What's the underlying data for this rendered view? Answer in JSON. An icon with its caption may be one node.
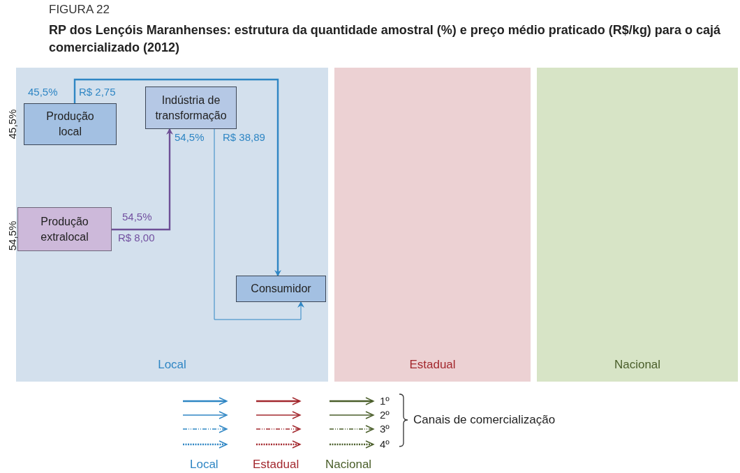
{
  "diagram": {
    "title": "RP dos Lençóis Maranhenses: estrutura da quantidade amostral (%) e preço médio praticado (R$/kg) para o cajá comercializado (2012)",
    "nodes": [
      {
        "text": [
          "Local"
        ]
      },
      {
        "text": [
          "Estadual"
        ]
      },
      {
        "text": [
          "Nacional"
        ]
      },
      {
        "text": [
          "Produção local"
        ],
        "in": 0,
        "beside": [
          "45,5%"
        ]
      },
      {
        "text": [
          "Indústria de transformação"
        ],
        "in": 0
      },
      {
        "text": [
          "Produção extralocal"
        ],
        "in": 0,
        "beside": [
          "54,5%"
        ]
      },
      {
        "text": [
          "Consumidor"
        ],
        "in": 0
      }
    ],
    "edges": [
      {
        "from": 3,
        "to": 6,
        "arrow": "to"
      },
      {
        "from": 5,
        "to": 4,
        "arrow": "to",
        "color": "#6e4f96"
      },
      {
        "from": 4,
        "to": 6,
        "arrow": "to"
      }
    ],
    "labels": [
      "FIGURA 22",
      "45,5%",
      "R$ 2,75",
      "54,5%",
      "R$ 38,89",
      "54,5%",
      "R$ 8,00",
      "Canais de comercialização"
    ],
    "legend": [
      {
        "text": "Local"
      },
      {
        "text": "Estadual"
      },
      {
        "text": "Nacional"
      },
      {
        "text": "1º"
      },
      {
        "text": "2º"
      },
      {
        "text": "3º"
      },
      {
        "text": "4º"
      }
    ]
  }
}
